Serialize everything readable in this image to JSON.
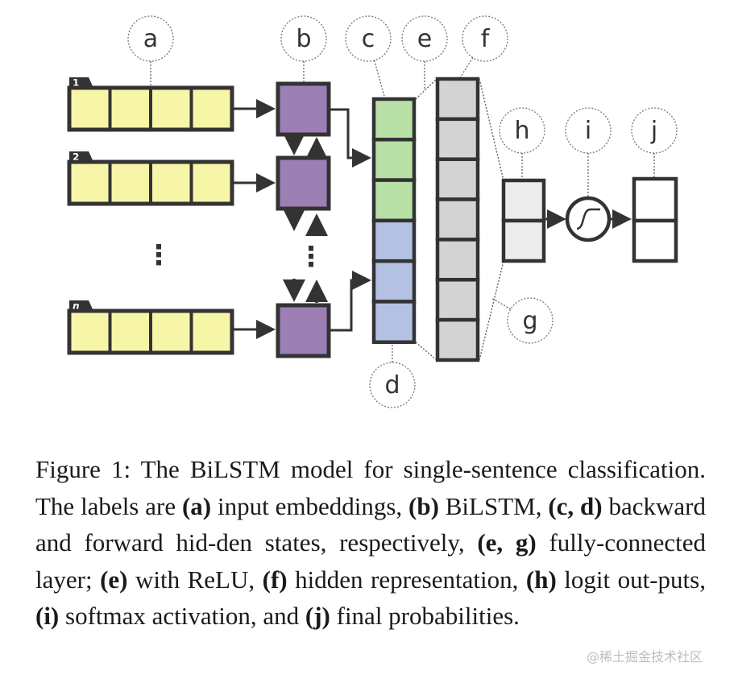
{
  "diagram": {
    "labels": {
      "a": "a",
      "b": "b",
      "c": "c",
      "d": "d",
      "e": "e",
      "f": "f",
      "g": "g",
      "h": "h",
      "i": "i",
      "j": "j"
    },
    "sequence": {
      "first": "1",
      "second": "2",
      "last": "n",
      "ellipsis": "⋮"
    },
    "colors": {
      "embedding": "#f7f5a8",
      "bilstm": "#9b7fb5",
      "backward_hidden": "#b7dfa6",
      "forward_hidden": "#b4c1e3",
      "representation": "#d3d3d3",
      "logit": "#ececec",
      "stroke": "#333333"
    }
  },
  "caption": {
    "segments": [
      {
        "text": "Figure 1:  The BiLSTM model for single-sentence classification.  The labels are ",
        "bold": false
      },
      {
        "text": "(a)",
        "bold": true
      },
      {
        "text": " input embeddings, ",
        "bold": false
      },
      {
        "text": "(b)",
        "bold": true
      },
      {
        "text": " BiLSTM, ",
        "bold": false
      },
      {
        "text": "(c, d)",
        "bold": true
      },
      {
        "text": " backward and forward hid-den states, respectively, ",
        "bold": false
      },
      {
        "text": "(e, g)",
        "bold": true
      },
      {
        "text": " fully-connected layer; ",
        "bold": false
      },
      {
        "text": "(e)",
        "bold": true
      },
      {
        "text": " with ReLU, ",
        "bold": false
      },
      {
        "text": "(f)",
        "bold": true
      },
      {
        "text": " hidden representation, ",
        "bold": false
      },
      {
        "text": "(h)",
        "bold": true
      },
      {
        "text": " logit out-puts, ",
        "bold": false
      },
      {
        "text": "(i)",
        "bold": true
      },
      {
        "text": " softmax activation, and ",
        "bold": false
      },
      {
        "text": "(j)",
        "bold": true
      },
      {
        "text": " final probabilities.",
        "bold": false
      }
    ]
  },
  "watermark": "@稀土掘金技术社区"
}
